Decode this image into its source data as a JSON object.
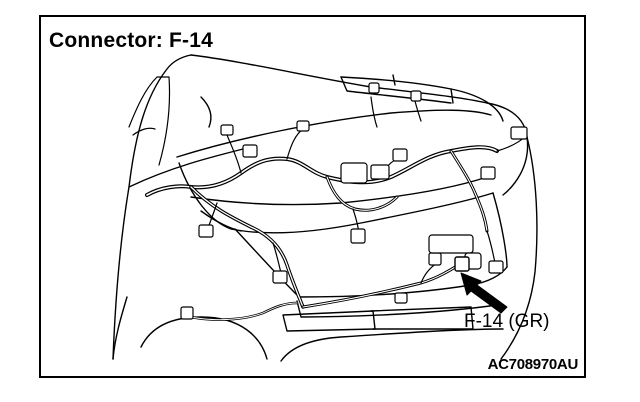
{
  "diagram": {
    "title": "Connector: F-14",
    "connector_label": "F-14 (GR)",
    "figure_code": "AC708970AU"
  }
}
